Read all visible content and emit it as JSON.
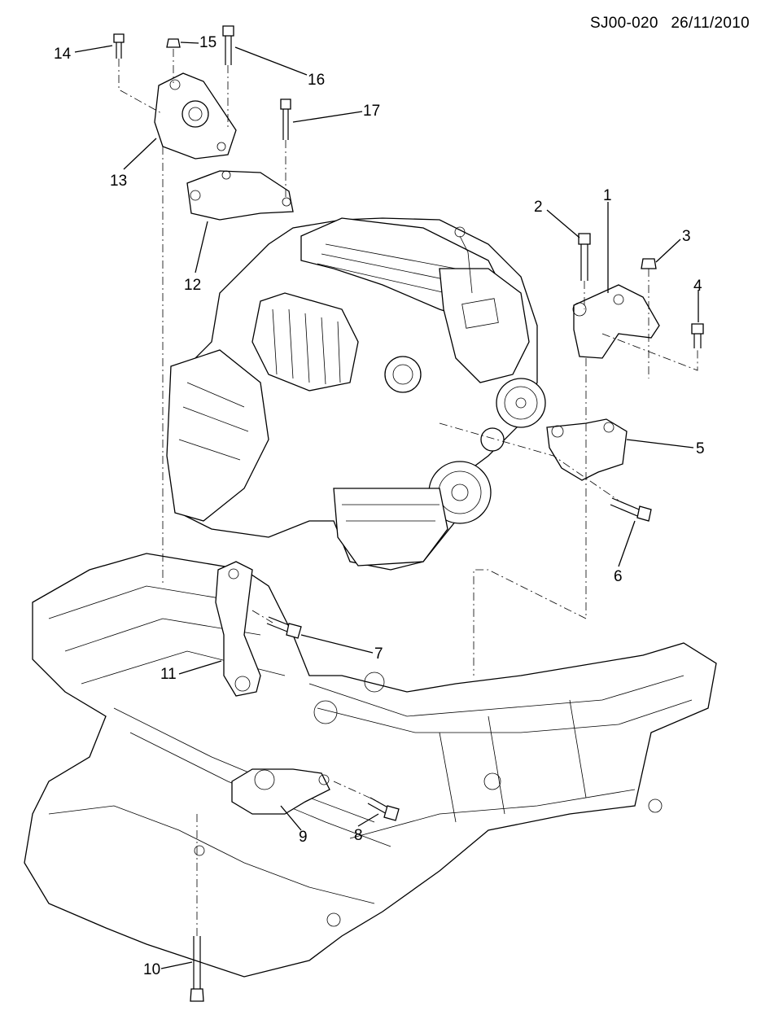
{
  "header": {
    "diagram_id": "SJ00-020",
    "date": "26/11/2010"
  },
  "callouts": [
    "1",
    "2",
    "3",
    "4",
    "5",
    "6",
    "7",
    "8",
    "9",
    "10",
    "11",
    "12",
    "13",
    "14",
    "15",
    "16",
    "17"
  ]
}
